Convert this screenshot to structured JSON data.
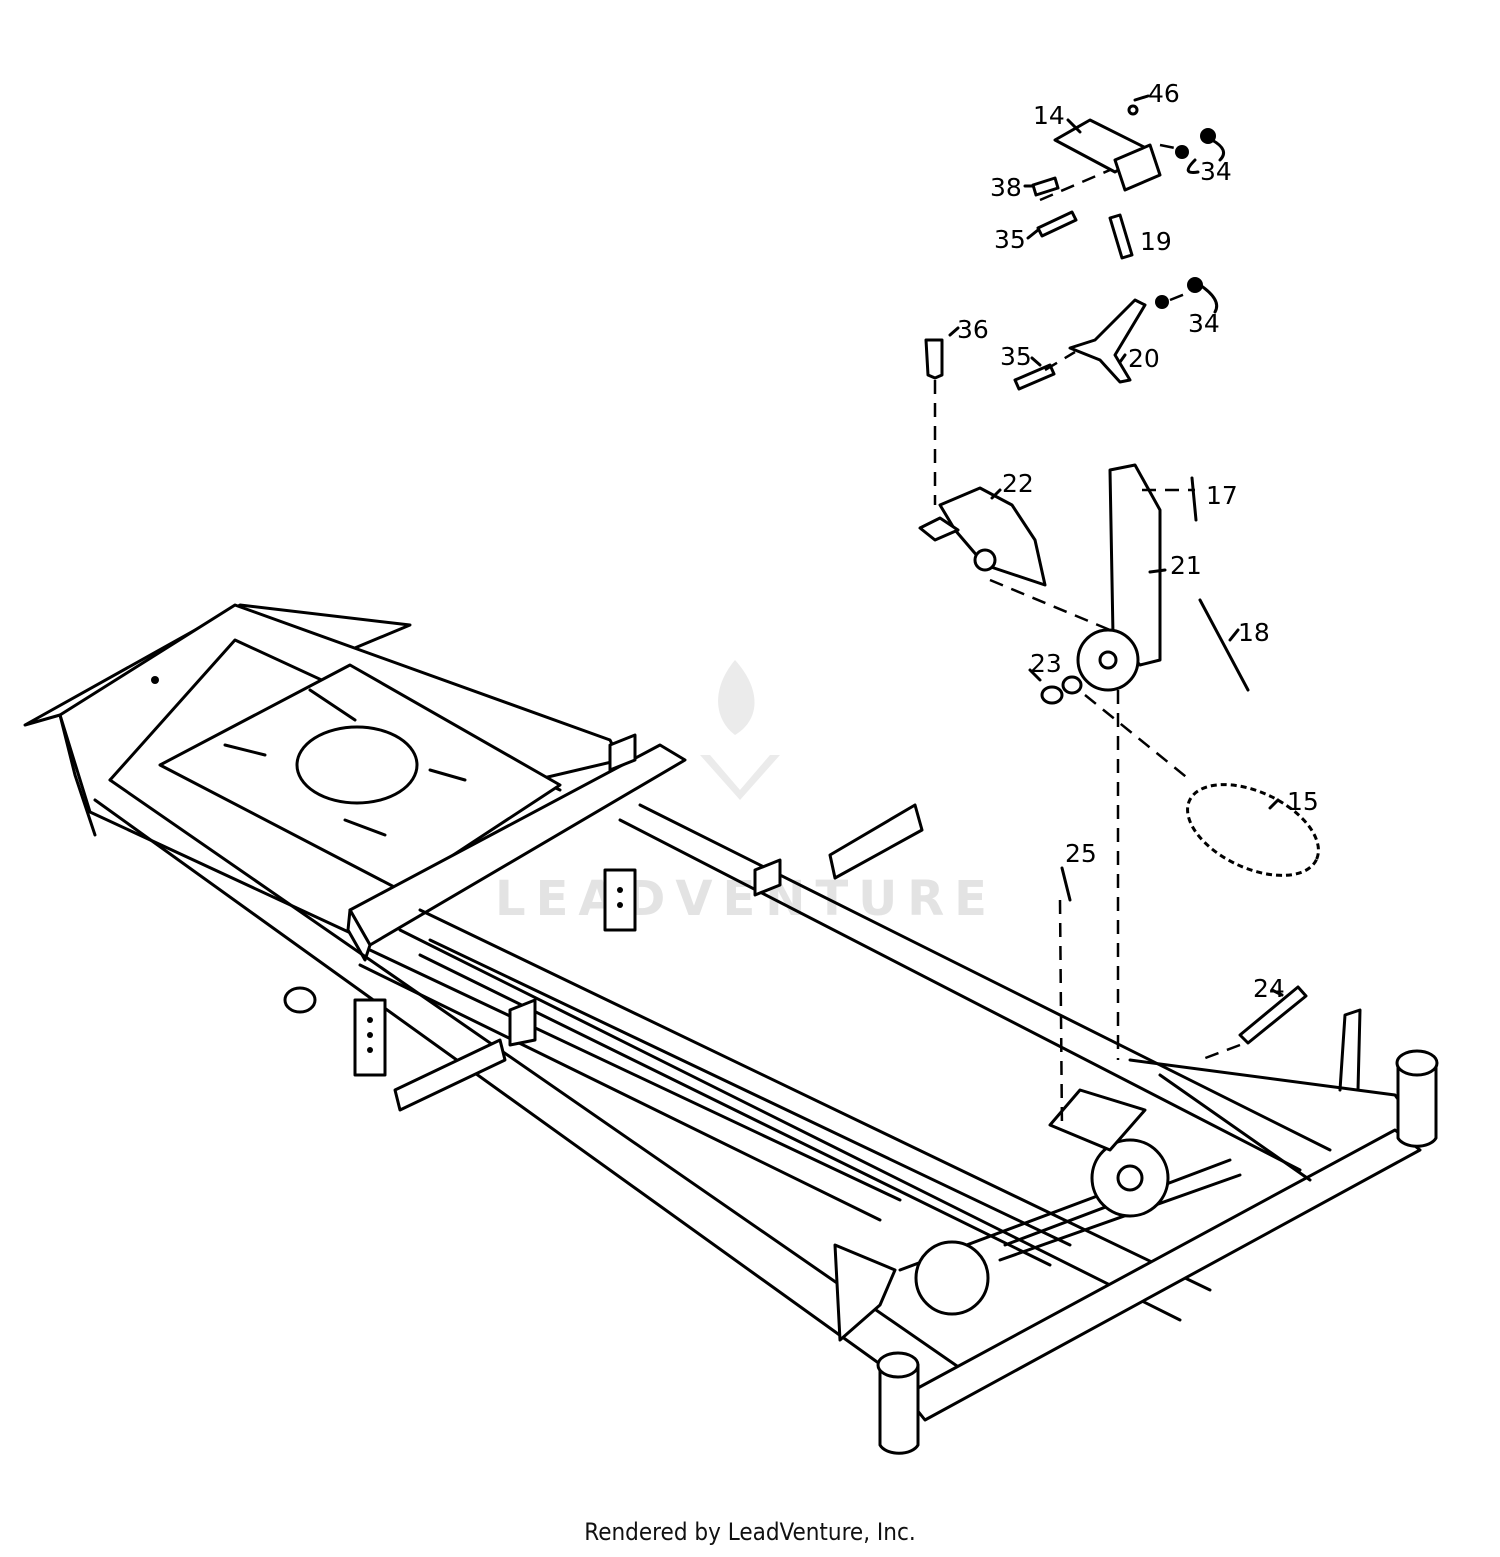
{
  "watermark": {
    "text": "LEADVENTURE"
  },
  "footer": {
    "text": "Rendered by LeadVenture, Inc."
  },
  "callouts": [
    "14",
    "46",
    "34",
    "38",
    "35",
    "19",
    "36",
    "35",
    "20",
    "34",
    "22",
    "17",
    "21",
    "18",
    "23",
    "15",
    "25",
    "24"
  ]
}
